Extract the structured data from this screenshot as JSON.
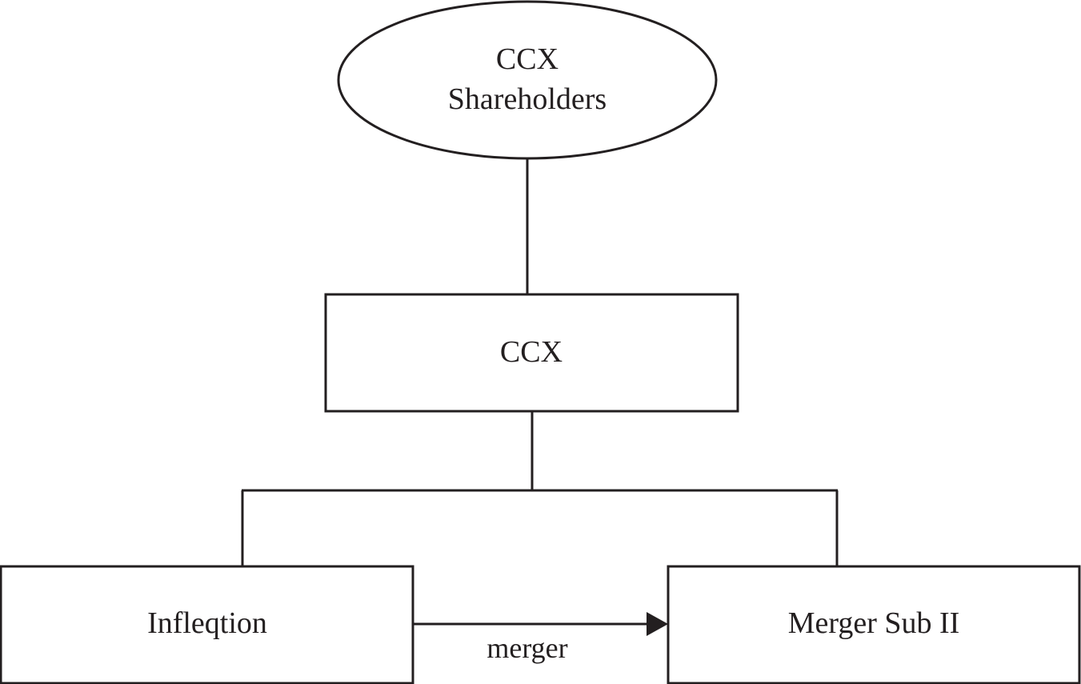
{
  "colors": {
    "stroke": "#231f20",
    "text": "#231f20",
    "background": "#ffffff"
  },
  "nodes": {
    "shareholders": {
      "shape": "ellipse",
      "line1": "CCX",
      "line2": "Shareholders"
    },
    "ccx": {
      "shape": "rectangle",
      "label": "CCX"
    },
    "inflection": {
      "shape": "rectangle",
      "label": "Infleqtion"
    },
    "merger_sub": {
      "shape": "rectangle",
      "label": "Merger Sub II"
    }
  },
  "edges": {
    "shareholders_to_ccx": {
      "from": "shareholders",
      "to": "ccx",
      "style": "line"
    },
    "ccx_to_children": {
      "from": "ccx",
      "to": [
        "inflection",
        "merger_sub"
      ],
      "style": "bracket"
    },
    "merger": {
      "from": "inflection",
      "to": "merger_sub",
      "style": "arrow",
      "label": "merger"
    }
  }
}
